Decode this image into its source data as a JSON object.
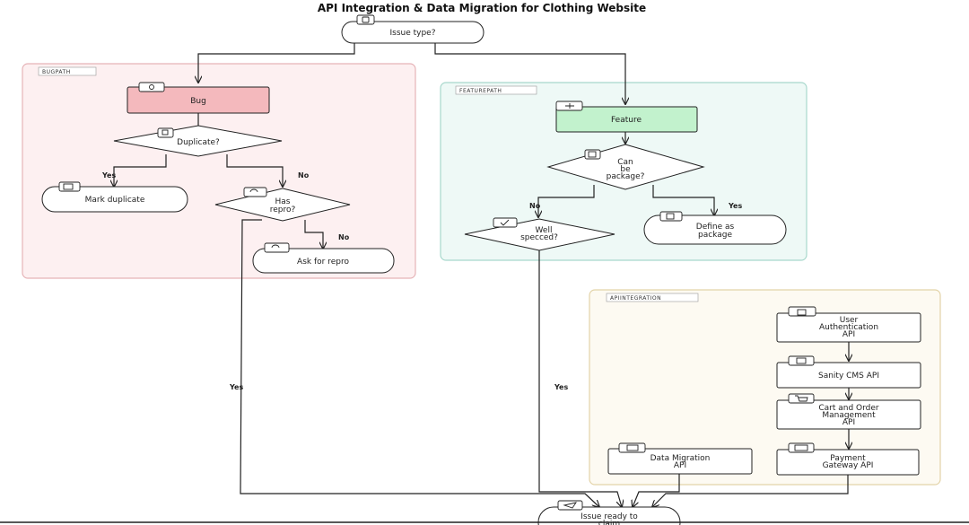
{
  "title": "API Integration & Data Migration for Clothing Website",
  "groups": {
    "bug": "BUGPATH",
    "feature": "FEATUREPATH",
    "api": "APIINTEGRATION"
  },
  "nodes": {
    "issue_type": "Issue type?",
    "bug": "Bug",
    "duplicate": "Duplicate?",
    "mark_duplicate": "Mark duplicate",
    "has_repro_1": "Has",
    "has_repro_2": "repro?",
    "ask_repro": "Ask for repro",
    "feature": "Feature",
    "can_package_1": "Can",
    "can_package_2": "be",
    "can_package_3": "package?",
    "define_package_1": "Define as",
    "define_package_2": "package",
    "well_specced_1": "Well",
    "well_specced_2": "specced?",
    "user_auth_1": "User",
    "user_auth_2": "Authentication",
    "user_auth_3": "API",
    "sanity_cms": "Sanity CMS API",
    "cart_order_1": "Cart and Order",
    "cart_order_2": "Management",
    "cart_order_3": "API",
    "data_migration_1": "Data Migration",
    "data_migration_2": "API",
    "payment_1": "Payment",
    "payment_2": "Gateway API",
    "ready_1": "Issue ready to",
    "ready_2": "claim"
  },
  "edge_labels": {
    "dup_yes": "Yes",
    "dup_no": "No",
    "repro_no": "No",
    "repro_yes": "Yes",
    "pkg_no": "No",
    "pkg_yes": "Yes",
    "spec_yes": "Yes"
  },
  "colors": {
    "bug_fill": "#f4b9bd",
    "feature_fill": "#c2f2cd",
    "bug_group_bg": "#fdf0f1",
    "bug_group_border": "#e6b3b7",
    "feature_group_bg": "#eef9f6",
    "feature_group_border": "#a8d8cc",
    "api_group_bg": "#fdfaf2",
    "api_group_border": "#e3d3a8"
  },
  "icons": [
    "clipboard-icon",
    "bug-icon",
    "copy-icon",
    "tag-icon",
    "refresh-icon",
    "sparkle-icon",
    "package-icon",
    "checklist-icon",
    "lock-icon",
    "database-icon",
    "cart-icon",
    "card-icon",
    "send-icon"
  ]
}
